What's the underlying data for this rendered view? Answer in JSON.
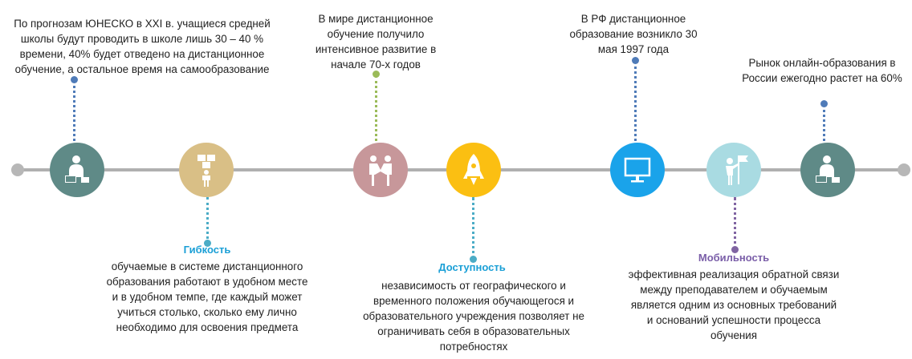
{
  "colors": {
    "line": "#b0b0b0",
    "teal": "#5f8a87",
    "tan": "#d9bf86",
    "rose": "#c7979a",
    "yellow": "#fbbf12",
    "blue": "#1aa3ea",
    "lightblue": "#a9dbe2",
    "bead_blue": "#4f7bb8",
    "bead_green": "#9bbb59",
    "bead_cyan": "#4bacc6",
    "bead_purple": "#8064a2",
    "heading_cyan": "#1a9fd6"
  },
  "nodes": [
    {
      "icon": "person-laptop-icon",
      "color": "#5f8a87"
    },
    {
      "icon": "person-boxes-icon",
      "color": "#d9bf86"
    },
    {
      "icon": "handshake-people-icon",
      "color": "#c7979a"
    },
    {
      "icon": "rocket-icon",
      "color": "#fbbf12"
    },
    {
      "icon": "monitor-icon",
      "color": "#1aa3ea"
    },
    {
      "icon": "person-flag-icon",
      "color": "#a9dbe2"
    },
    {
      "icon": "person-laptop-icon",
      "color": "#5f8a87"
    }
  ],
  "top_notes": {
    "unesco": "По прогнозам ЮНЕСКО в XXI в. учащиеся средней школы  будут проводить в школе лишь 30 – 40 % времени, 40% будет отведено на дистанционное обучение, а остальное  время на самообразование",
    "world": "В мире дистанционное обучение получило интенсивное развитие в начале 70-х годов",
    "rf": "В РФ дистанционное образование возникло 30 мая  1997 года",
    "market": "Рынок онлайн-образования  в России ежегодно растет на 60%"
  },
  "bottom_notes": {
    "flexibility": {
      "title": "Гибкость",
      "text": "обучаемые в системе дистанционного образования работают в удобном месте и в удобном темпе, где каждый может учиться столько, сколько ему лично необходимо для освоения предмета"
    },
    "accessibility": {
      "title": "Доступность",
      "text": "независимость от географического  и временного положения обучающегося и образовательного учреждения позволяет не ограничивать себя в образовательных потребностях"
    },
    "mobility": {
      "title": "Мобильность",
      "text": "эффективная реализация обратной связи между преподавателем и обучаемым является одним из основных требований и оснований успешности процесса обучения"
    }
  }
}
